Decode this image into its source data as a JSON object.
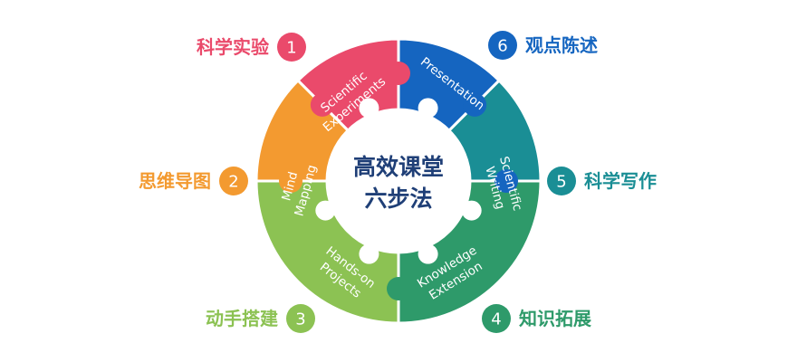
{
  "center": {
    "line1": "高效课堂",
    "line2": "六步法"
  },
  "steps": [
    {
      "number": "1",
      "cn": "科学实验",
      "en_lines": [
        "Scientific",
        "Experiments"
      ],
      "color": "#ea4a6b"
    },
    {
      "number": "2",
      "cn": "思维导图",
      "en_lines": [
        "Mind",
        "Mapping"
      ],
      "color": "#f39a30"
    },
    {
      "number": "3",
      "cn": "动手搭建",
      "en_lines": [
        "Hands-on",
        "Projects"
      ],
      "color": "#8cc253"
    },
    {
      "number": "4",
      "cn": "知识拓展",
      "en_lines": [
        "Knowledge",
        "Extension"
      ],
      "color": "#2e9a6a"
    },
    {
      "number": "5",
      "cn": "科学写作",
      "en_lines": [
        "Scientific",
        "Writing"
      ],
      "color": "#1a8e95"
    },
    {
      "number": "6",
      "cn": "观点陈述",
      "en_lines": [
        "Presentation"
      ],
      "color": "#1565c0"
    }
  ]
}
